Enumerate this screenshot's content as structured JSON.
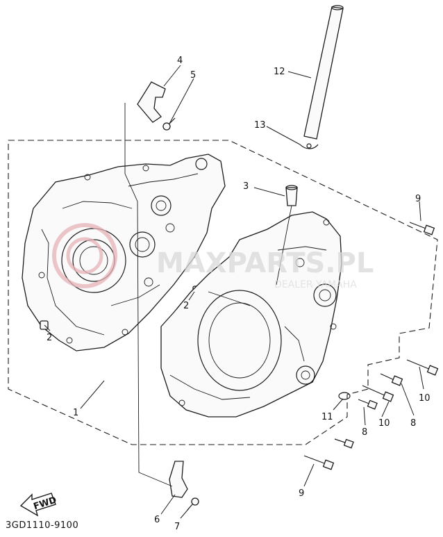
{
  "diagram": {
    "drawing_code": "3GD1110-9100",
    "fwd_label": "FWD",
    "watermark": {
      "logo_text": "MAXPARTS.PL",
      "tagline": "DEALER YAMAHA"
    },
    "callouts": {
      "c1": "1",
      "c2a": "2",
      "c2b": "2",
      "c3": "3",
      "c4": "4",
      "c5": "5",
      "c6": "6",
      "c7": "7",
      "c8a": "8",
      "c8b": "8",
      "c9a": "9",
      "c9b": "9",
      "c10a": "10",
      "c10b": "10",
      "c11": "11",
      "c12": "12",
      "c13": "13"
    }
  }
}
